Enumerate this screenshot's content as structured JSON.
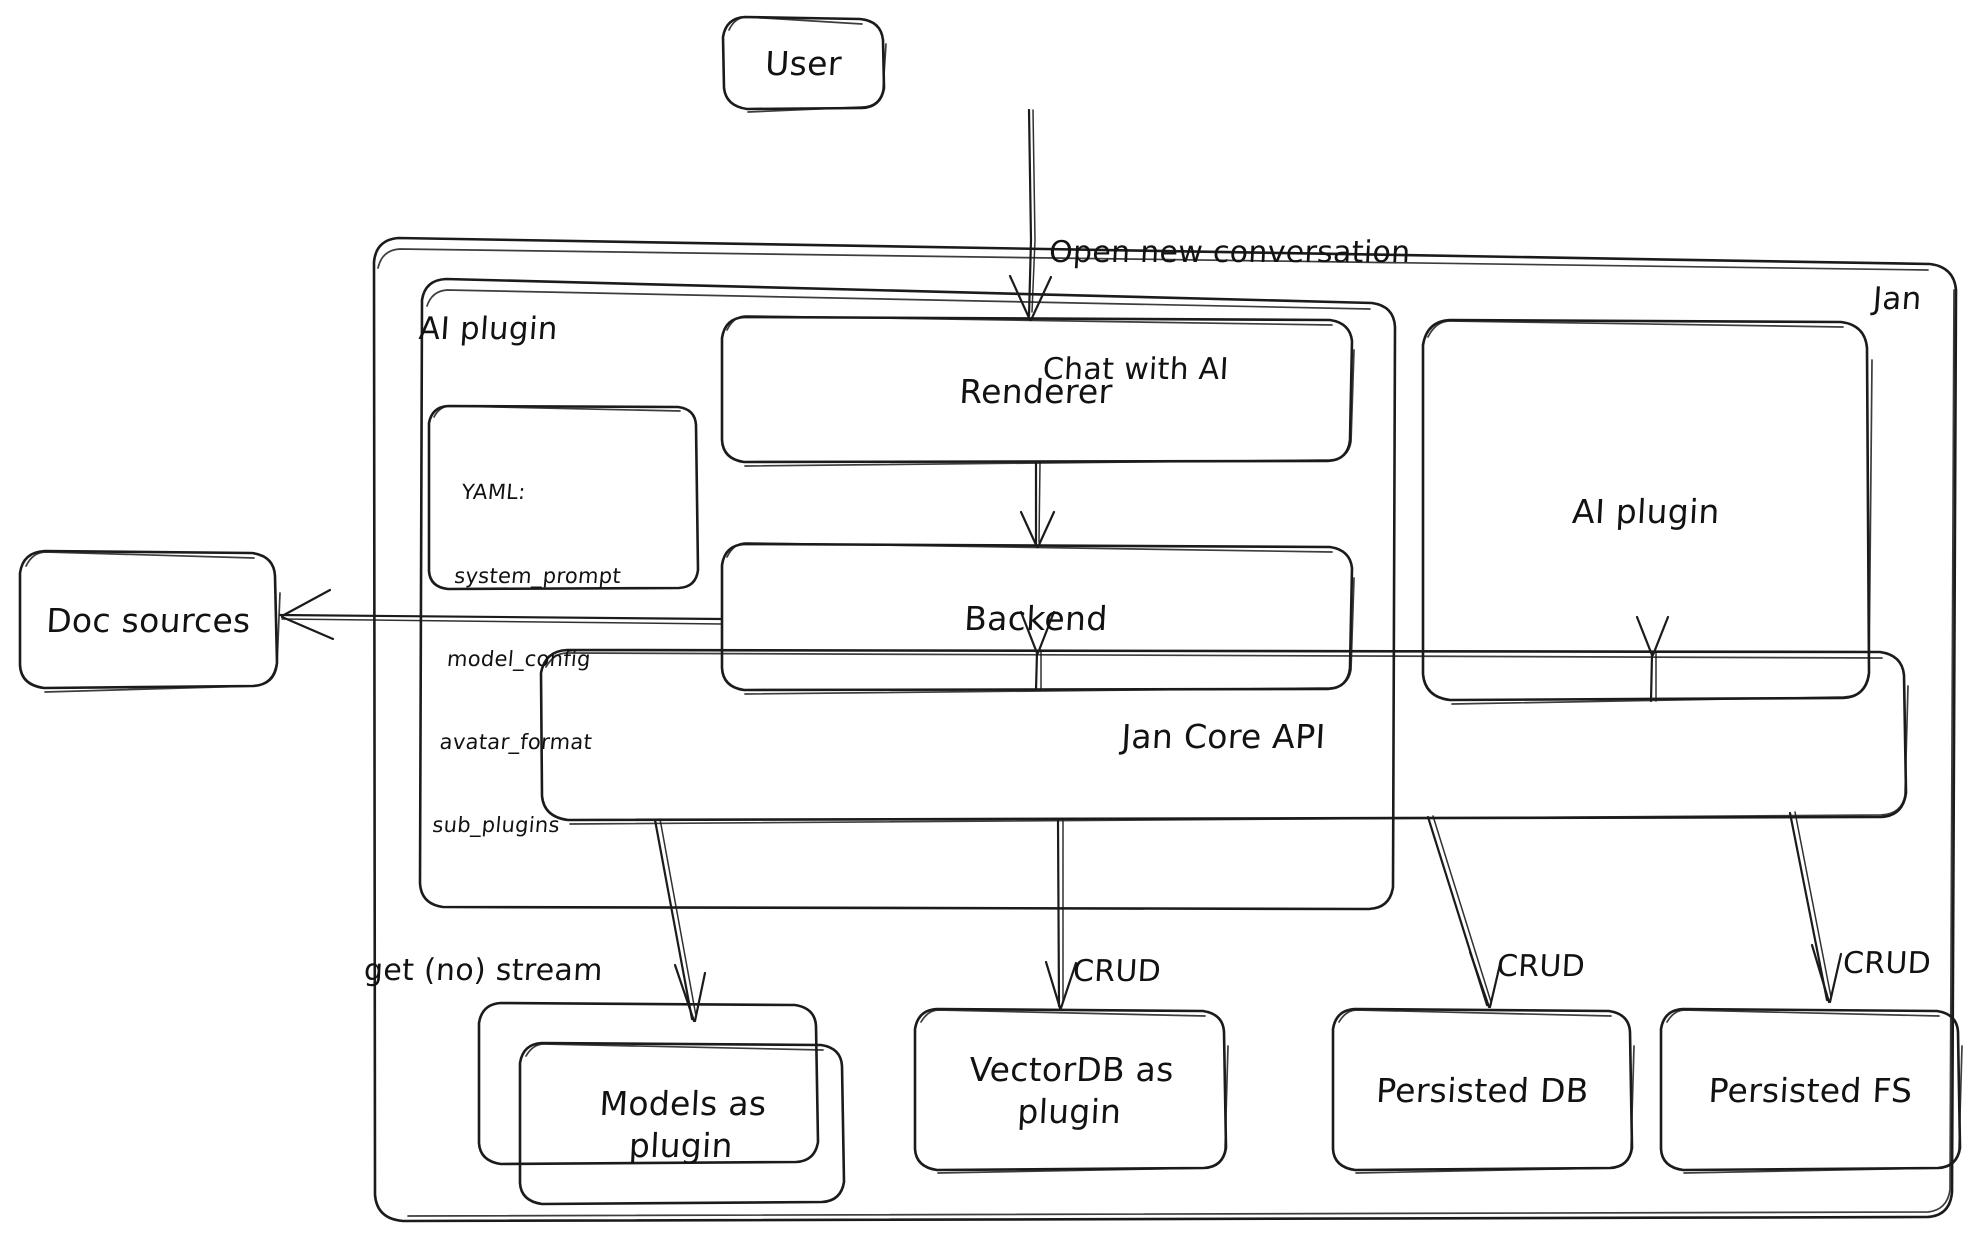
{
  "diagram": {
    "title_label": "Jan",
    "type": "architecture-flowchart",
    "style": "hand-drawn sketch, black on white"
  },
  "containers": {
    "jan": {
      "label": "Jan"
    },
    "ai_plugin_group": {
      "label": "AI plugin"
    }
  },
  "nodes": {
    "user": {
      "label": "User"
    },
    "renderer": {
      "label": "Renderer"
    },
    "backend": {
      "label": "Backend"
    },
    "ai_plugin": {
      "label": "AI plugin"
    },
    "jan_core_api": {
      "label": "Jan Core API"
    },
    "doc_sources": {
      "label": "Doc sources"
    },
    "models_as_plugin": {
      "line1": "Models as",
      "line2": "plugin"
    },
    "vectordb_as_plugin": {
      "line1": "VectorDB as",
      "line2": "plugin"
    },
    "persisted_db": {
      "label": "Persisted DB"
    },
    "persisted_fs": {
      "label": "Persisted FS"
    }
  },
  "yaml_note": {
    "header": "YAML:",
    "keys": [
      "system_prompt",
      "model_config",
      "avatar_format",
      "sub_plugins"
    ]
  },
  "edges": {
    "user_to_renderer": {
      "line1": "Open new conversation",
      "line2": "Chat with AI"
    },
    "api_to_models": {
      "label": "get (no) stream"
    },
    "api_to_vectordb": {
      "label": "CRUD"
    },
    "api_to_persisted_db": {
      "label": "CRUD"
    },
    "api_to_persisted_fs": {
      "label": "CRUD"
    },
    "renderer_to_backend": {
      "label": ""
    },
    "backend_to_api": {
      "label": ""
    },
    "backend_to_doc_sources": {
      "label": ""
    },
    "ai_plugin_to_api": {
      "label": ""
    }
  },
  "colors": {
    "ink": "#1b1b1b",
    "background": "#ffffff"
  }
}
